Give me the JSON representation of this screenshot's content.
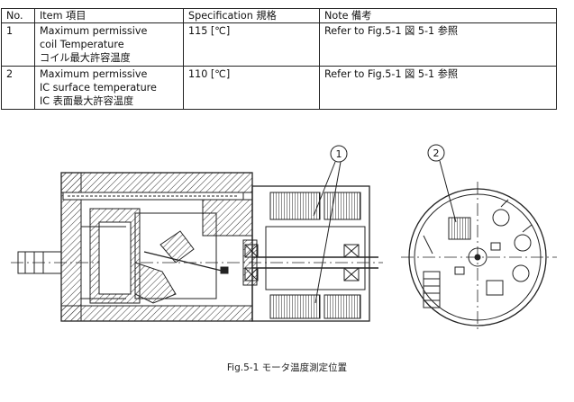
{
  "table": {
    "headers": [
      "No.",
      "Item 項目",
      "Specification 規格",
      "Note 備考"
    ],
    "rows": [
      {
        "no": "1",
        "item": [
          "Maximum permissive",
          "coil Temperature",
          "コイル最大許容温度"
        ],
        "spec": "115 [℃]",
        "note": "Refer to Fig.5-1 図 5-1 参照"
      },
      {
        "no": "2",
        "item": [
          "Maximum permissive",
          "IC surface temperature",
          "IC 表面最大許容温度"
        ],
        "spec": "110 [℃]",
        "note": "Refer to Fig.5-1 図 5-1 参照"
      }
    ]
  },
  "figure": {
    "callouts": [
      "1",
      "2"
    ],
    "caption": "Fig.5-1 モータ温度測定位置"
  }
}
